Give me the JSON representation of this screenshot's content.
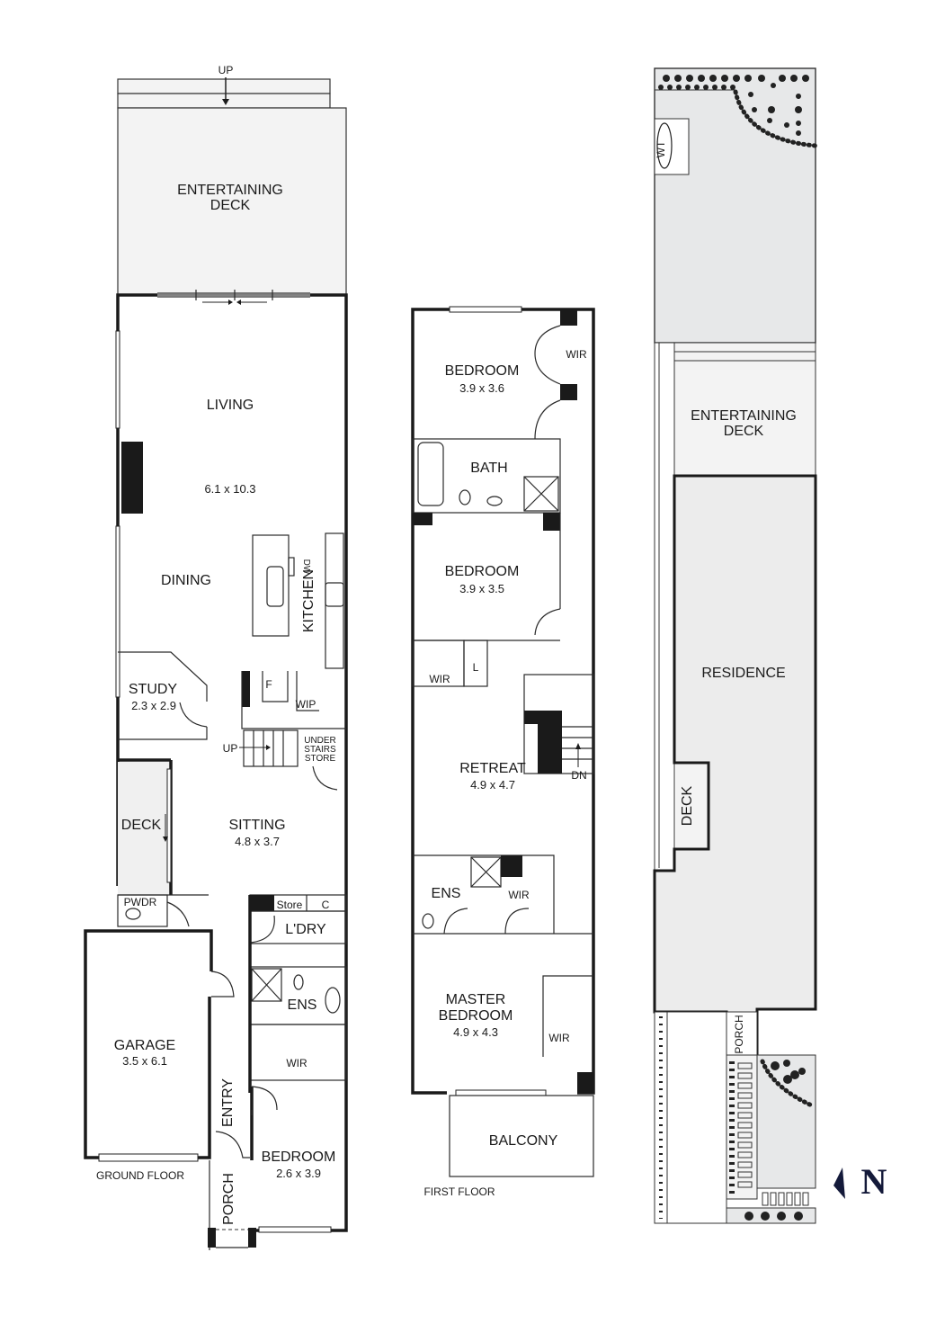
{
  "ground_floor": {
    "title": "GROUND FLOOR",
    "rooms": {
      "entertaining_deck": {
        "name_line1": "ENTERTAINING",
        "name_line2": "DECK",
        "stair_label": "UP"
      },
      "living": {
        "name": "LIVING",
        "dims": "6.1 x 10.3"
      },
      "dining": {
        "name": "DINING"
      },
      "kitchen": {
        "name": "KITCHEN",
        "dw": "DW",
        "fridge": "F",
        "wip": "WIP"
      },
      "study": {
        "name": "STUDY",
        "dims": "2.3 x 2.9"
      },
      "stairs": {
        "label": "UP",
        "store_line1": "UNDER",
        "store_line2": "STAIRS",
        "store_line3": "STORE"
      },
      "deck": {
        "name": "DECK"
      },
      "sitting": {
        "name": "SITTING",
        "dims": "4.8 x 3.7"
      },
      "pwdr": {
        "name": "PWDR"
      },
      "store": {
        "name": "Store"
      },
      "cupboard": {
        "name": "C"
      },
      "laundry": {
        "name": "L'DRY"
      },
      "ensuite": {
        "name": "ENS"
      },
      "wir": {
        "name": "WIR"
      },
      "garage": {
        "name": "GARAGE",
        "dims": "3.5 x 6.1"
      },
      "entry": {
        "name": "ENTRY"
      },
      "porch": {
        "name": "PORCH"
      },
      "bedroom": {
        "name": "BEDROOM",
        "dims": "2.6 x 3.9"
      }
    }
  },
  "first_floor": {
    "title": "FIRST FLOOR",
    "rooms": {
      "bedroom1": {
        "name": "BEDROOM",
        "dims": "3.9 x 3.6"
      },
      "wir1": {
        "name": "WIR"
      },
      "bath": {
        "name": "BATH"
      },
      "bedroom2": {
        "name": "BEDROOM",
        "dims": "3.9 x 3.5"
      },
      "wir2": {
        "name": "WIR"
      },
      "linen": {
        "name": "L"
      },
      "retreat": {
        "name": "RETREAT",
        "dims": "4.9 x 4.7"
      },
      "stairs": {
        "label": "DN"
      },
      "ensuite": {
        "name": "ENS"
      },
      "wir3": {
        "name": "WIR"
      },
      "master": {
        "name_line1": "MASTER",
        "name_line2": "BEDROOM",
        "dims": "4.9 x 4.3"
      },
      "wir4": {
        "name": "WIR"
      },
      "balcony": {
        "name": "BALCONY"
      }
    }
  },
  "site_plan": {
    "water_tank": "WT",
    "entertaining_deck": {
      "name_line1": "ENTERTAINING",
      "name_line2": "DECK"
    },
    "residence": "RESIDENCE",
    "deck": "DECK",
    "porch": "PORCH",
    "north_label": "N"
  },
  "colors": {
    "wall": "#1a1a1a",
    "deck_fill": "#f3f3f3",
    "site_fill": "#e7e8e9",
    "north_arrow": "#141a3a"
  }
}
